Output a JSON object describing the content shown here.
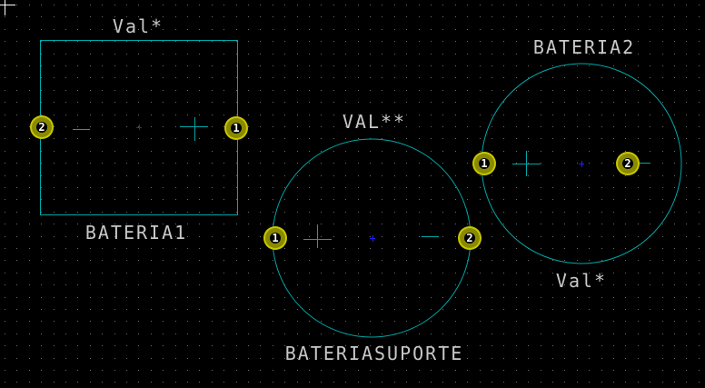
{
  "colors": {
    "background": "#000000",
    "grid": "#6e6e6e",
    "outline": "#00a8a8",
    "text": "#c8c8c8",
    "pad": "#8a8a00",
    "pad_ring": "#c8c800",
    "anchor": "#2020ff"
  },
  "footprints": [
    {
      "reference": "BATERIA1",
      "value": "Val*",
      "pads": [
        "2",
        "1"
      ]
    },
    {
      "reference": "BATERIASUPORTE",
      "value": "VAL**",
      "pads": [
        "1",
        "2"
      ]
    },
    {
      "reference": "BATERIA2",
      "value": "Val*",
      "pads": [
        "1",
        "2"
      ]
    }
  ]
}
